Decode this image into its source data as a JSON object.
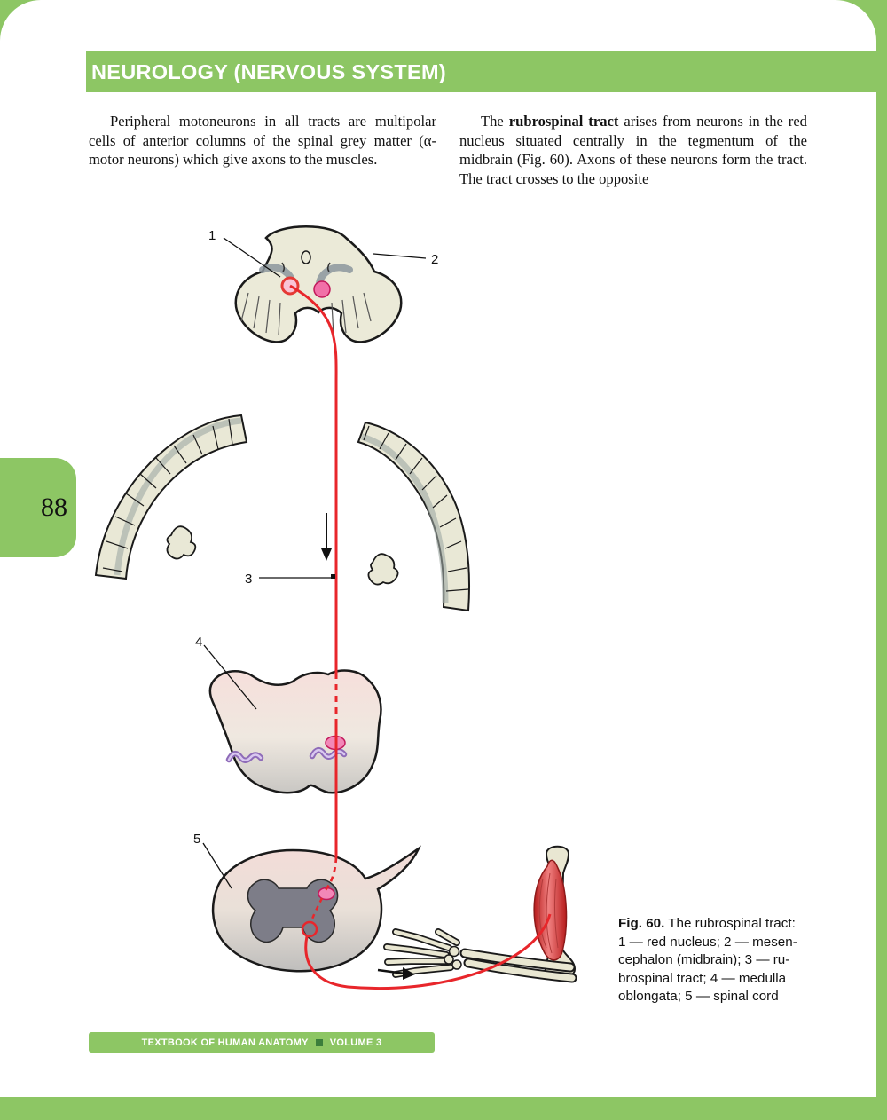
{
  "colors": {
    "green": "#8DC664",
    "dark_green_square": "#3B7E3B",
    "tract_red": "#E8262B",
    "nucleus_pink": "#F287B7",
    "bone_cream": "#E9E7D2",
    "muscle_red": "#B71C1C",
    "grey_matter": "#7D7D88"
  },
  "header": {
    "title": "NEUROLOGY (NERVOUS SYSTEM)"
  },
  "page_tab": {
    "number": "88"
  },
  "body": {
    "left_paragraph": "Peripheral motoneurons in all tracts are multipolar cells of anterior columns of the spinal grey matter (α-motor neurons) which give axons to the muscles.",
    "right_lead": "The ",
    "right_bold": "rubrospinal tract",
    "right_rest": " arises from neurons in the red nucleus situated centrally in the tegmentum of the midbrain (Fig. 60). Axons of these neurons form the tract. The tract crosses to the opposite"
  },
  "figure": {
    "labels": {
      "n1": "1",
      "n2": "2",
      "n3": "3",
      "n4": "4",
      "n5": "5"
    },
    "caption": {
      "bold": "Fig. 60.",
      "first": "The rubrospinal tract:",
      "lines": [
        "1 — red nucleus; 2 — mesen-",
        "cephalon (midbrain); 3 — ru-",
        "brospinal tract; 4 — medulla",
        "oblongata; 5 — spinal cord"
      ]
    }
  },
  "footer": {
    "book": "TEXTBOOK OF HUMAN ANATOMY",
    "volume": "VOLUME 3"
  }
}
